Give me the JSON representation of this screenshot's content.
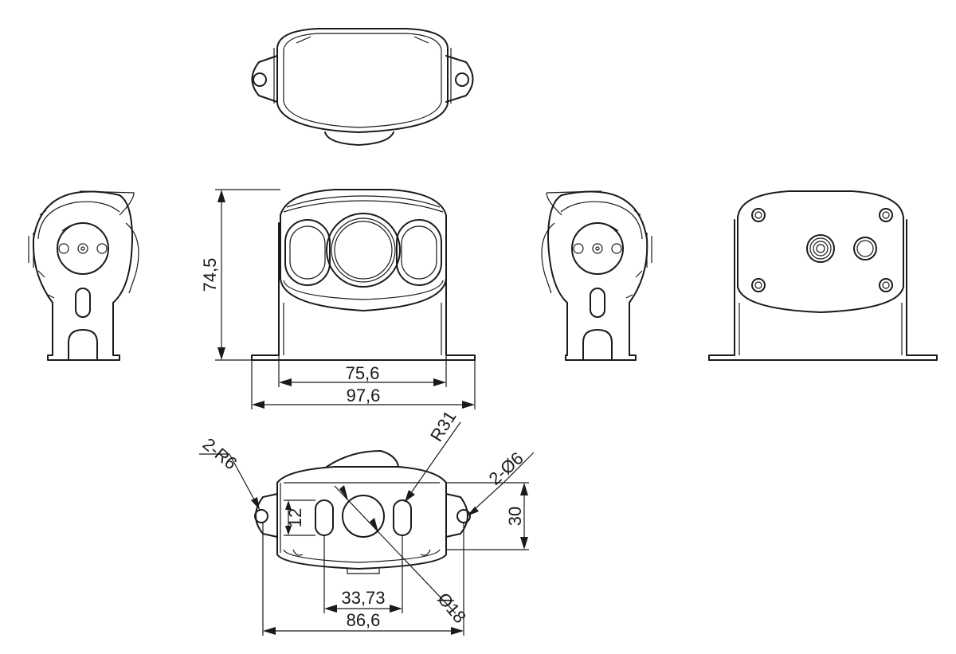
{
  "drawing": {
    "views": [
      "top-view",
      "left-side-view",
      "front-view",
      "right-side-view",
      "rear-view",
      "bottom-view"
    ],
    "dimensions": {
      "height": "74,5",
      "inner_width": "75,6",
      "base_width": "97,6",
      "corner_radius": "R31",
      "tab_radius": "2-R6",
      "hole_diameter": "2-Ø6",
      "slot_length": "12",
      "mount_depth": "30",
      "slot_spacing": "33,73",
      "hole_spacing": "86,6",
      "lens_diameter": "Ø18"
    },
    "colors": {
      "line": "#1a1a1a",
      "background": "#ffffff"
    }
  }
}
